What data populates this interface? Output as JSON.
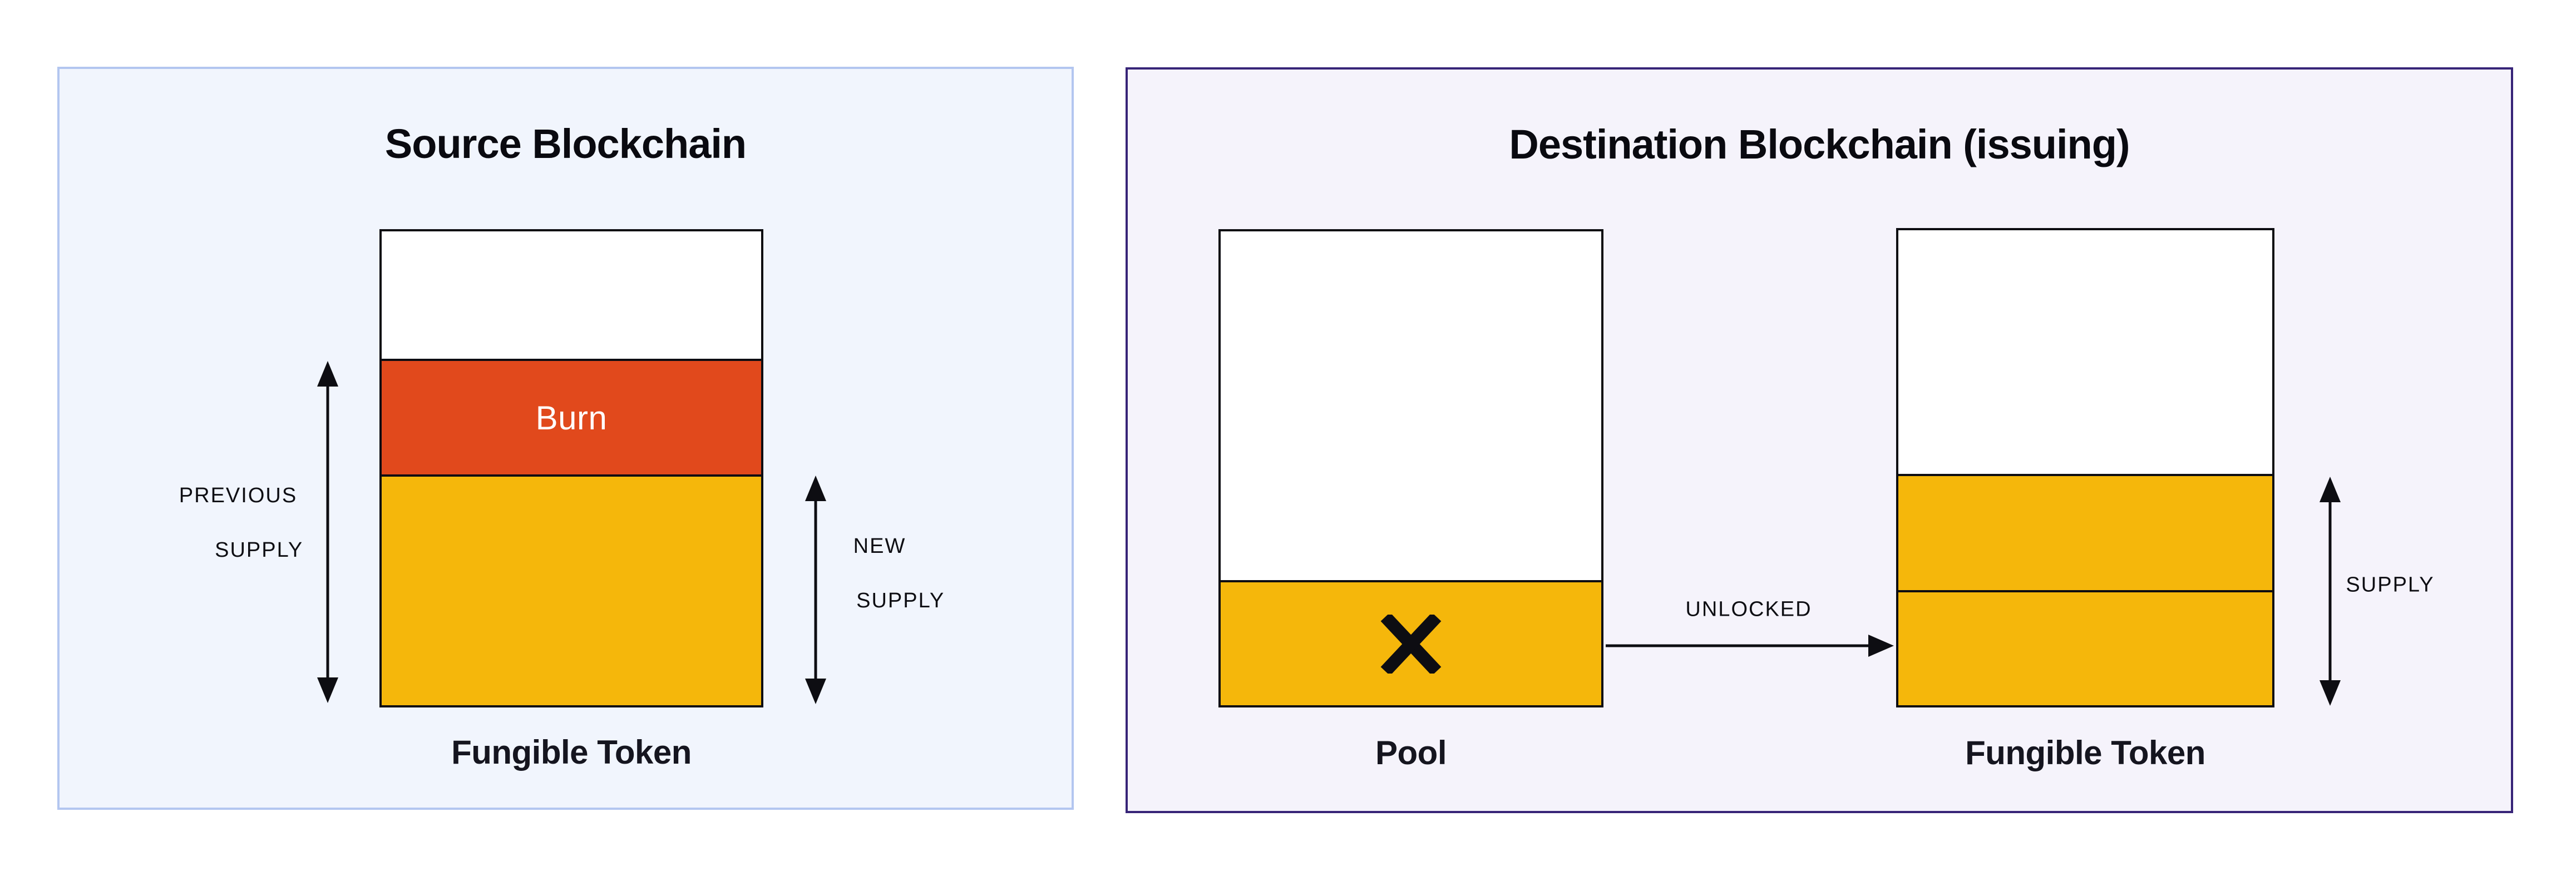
{
  "source_panel": {
    "title": "Source Blockchain",
    "token_stack": {
      "burn_label": "Burn",
      "token_label": "Fungible Token"
    },
    "previous_supply_label_line1": "PREVIOUS",
    "previous_supply_label_line2": "SUPPLY",
    "new_supply_label_line1": "NEW",
    "new_supply_label_line2": "SUPPLY"
  },
  "destination_panel": {
    "title": "Destination Blockchain (issuing)",
    "pool_stack": {
      "pool_label": "Pool"
    },
    "token_stack": {
      "token_label": "Fungible Token"
    },
    "unlocked_label": "UNLOCKED",
    "supply_label": "SUPPLY"
  },
  "colors": {
    "page_background": "#ffffff",
    "source_panel_background": "#f1f5fd",
    "source_panel_border": "#b3c6f0",
    "destination_panel_background": "#f5f3fb",
    "destination_panel_border": "#372478",
    "burn_red": "#e1491c",
    "token_yellow": "#f5b70b",
    "outline_black": "#0d0d12",
    "burn_text": "#ffffff",
    "text_dark": "#0e0e13"
  }
}
